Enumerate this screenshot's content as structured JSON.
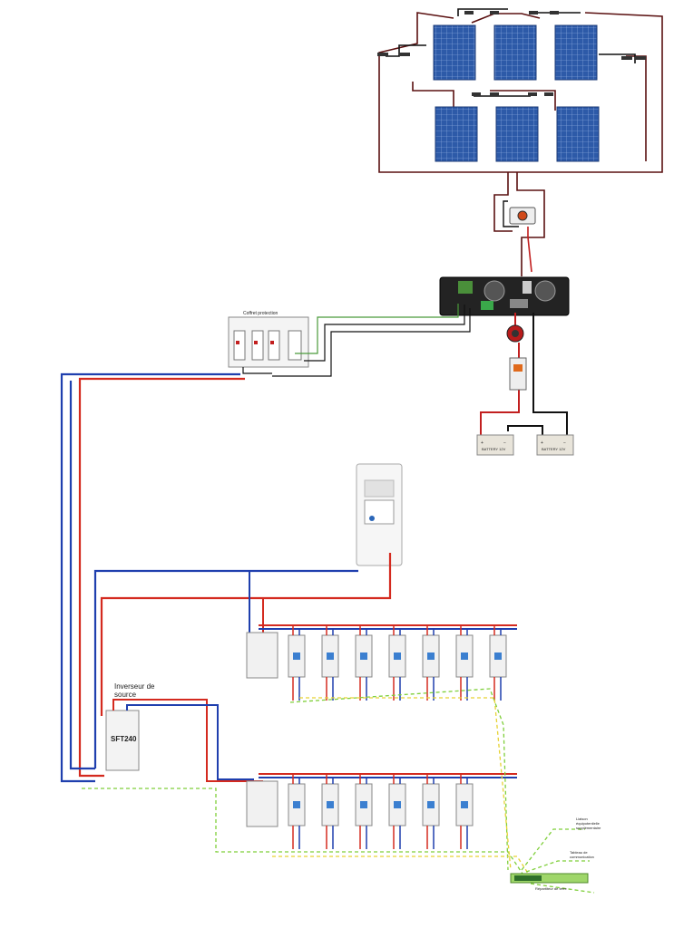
{
  "colors": {
    "dc_wire": "#5a1010",
    "black_wire": "#111111",
    "phase": "#d42a1f",
    "neutral": "#1f3fae",
    "earth": "#7fcf3a",
    "earth_stripe": "#e6d233",
    "panel_cell": "#2d5aa8",
    "breaker_body": "#f1f1f1"
  },
  "solar_panels": {
    "count": 6,
    "icon": "solar-panel-icon"
  },
  "labels": {
    "coffret": "Coffret protection",
    "inverseur": "Inverseur de\nsource",
    "sft": "SFT240",
    "liaison": "Liaison\néquipotentielle\nsupplémentaire",
    "tableau": "Tableau de\ncommunication",
    "repartiteur": "Répartiteur de terre",
    "battery_left": "BATTERY 12V",
    "battery_right": "BATTERY 12V",
    "plus": "+",
    "minus": "−"
  },
  "row1_breakers": 7,
  "row2_breakers": 6
}
